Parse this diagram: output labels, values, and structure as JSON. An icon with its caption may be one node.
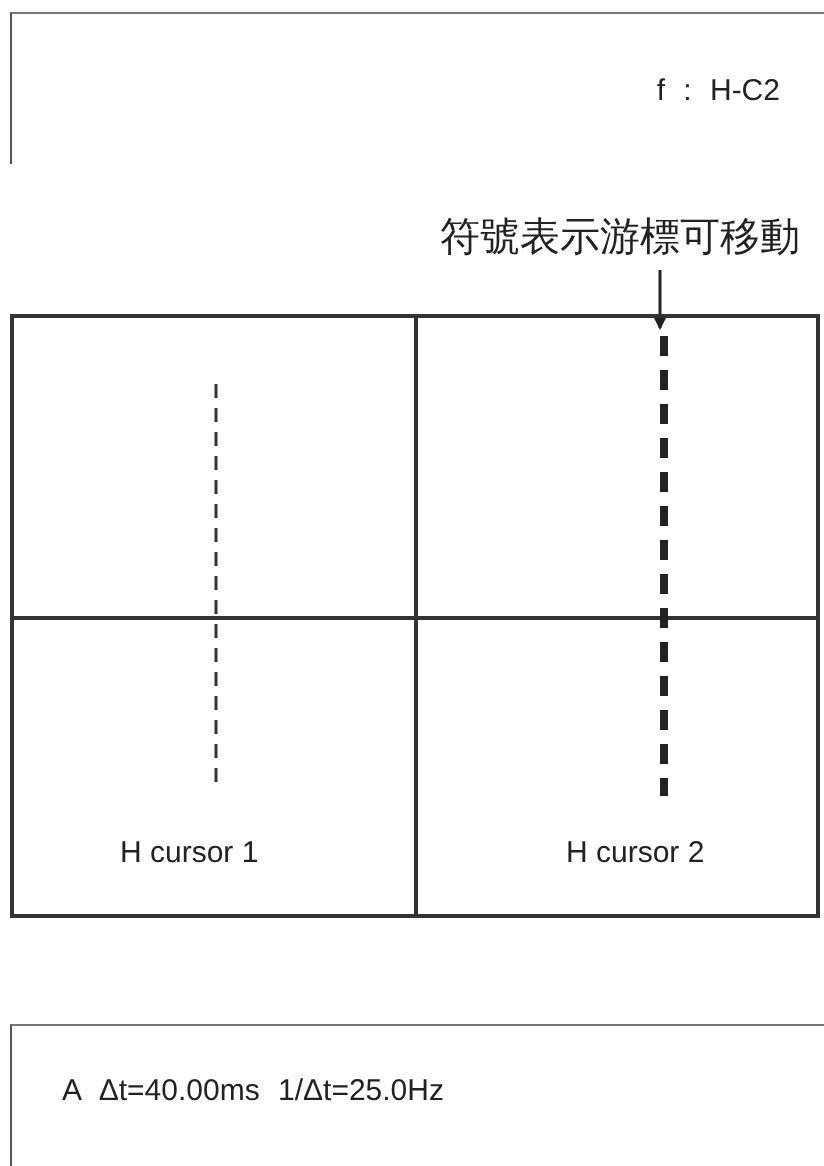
{
  "diagram": {
    "nodes": [
      {
        "text": [
          "f : H-C2"
        ]
      },
      {
        "text": [
          "符號表示游標可移動"
        ]
      },
      {
        "text": [],
        "shape": "box"
      },
      {
        "text": [],
        "shape": "bar",
        "in": 2
      },
      {
        "text": [
          "A Δt=40.00ms 1/Δt=25.0Hz"
        ]
      }
    ],
    "edges": [
      {
        "from": 1,
        "to": 3,
        "arrow": "to"
      }
    ],
    "labels": [
      "H cursor 1",
      "H cursor 2"
    ]
  }
}
